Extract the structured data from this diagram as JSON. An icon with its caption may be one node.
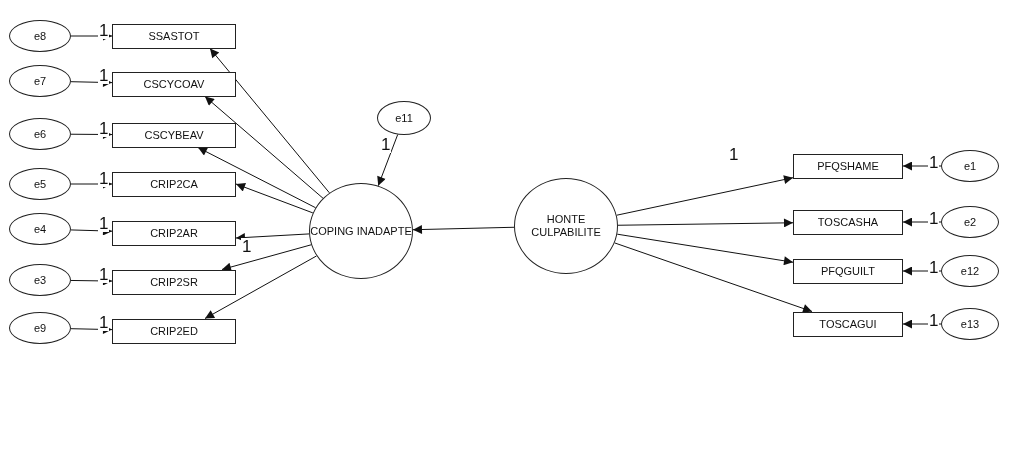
{
  "diagram": {
    "nodes": [
      {
        "text": [
          "e8"
        ]
      },
      {
        "text": [
          "SSASTOT"
        ]
      },
      {
        "text": [
          "e7"
        ]
      },
      {
        "text": [
          "CSCYCOAV"
        ]
      },
      {
        "text": [
          "e6"
        ]
      },
      {
        "text": [
          "CSCYBEAV"
        ]
      },
      {
        "text": [
          "e5"
        ]
      },
      {
        "text": [
          "CRIP2CA"
        ]
      },
      {
        "text": [
          "e4"
        ]
      },
      {
        "text": [
          "CRIP2AR"
        ]
      },
      {
        "text": [
          "e3"
        ]
      },
      {
        "text": [
          "CRIP2SR"
        ]
      },
      {
        "text": [
          "e9"
        ]
      },
      {
        "text": [
          "CRIP2ED"
        ]
      },
      {
        "text": [
          "e11"
        ]
      },
      {
        "text": [
          "COPING INADAPTE"
        ]
      },
      {
        "text": [
          "HONTE CULPABILITE"
        ]
      },
      {
        "text": [
          "PFQSHAME"
        ]
      },
      {
        "text": [
          "e1"
        ]
      },
      {
        "text": [
          "TOSCASHA"
        ]
      },
      {
        "text": [
          "e2"
        ]
      },
      {
        "text": [
          "PFQGUILT"
        ]
      },
      {
        "text": [
          "e12"
        ]
      },
      {
        "text": [
          "TOSCAGUI"
        ]
      },
      {
        "text": [
          "e13"
        ]
      }
    ],
    "edges": [
      {
        "from": 0,
        "to": 1,
        "arrow": "to",
        "label": "1"
      },
      {
        "from": 2,
        "to": 3,
        "arrow": "to",
        "label": "1"
      },
      {
        "from": 4,
        "to": 5,
        "arrow": "to",
        "label": "1"
      },
      {
        "from": 6,
        "to": 7,
        "arrow": "to",
        "label": "1"
      },
      {
        "from": 8,
        "to": 9,
        "arrow": "to",
        "label": "1"
      },
      {
        "from": 10,
        "to": 11,
        "arrow": "to",
        "label": "1"
      },
      {
        "from": 12,
        "to": 13,
        "arrow": "to",
        "label": "1"
      },
      {
        "from": 15,
        "to": 1,
        "arrow": "to"
      },
      {
        "from": 15,
        "to": 3,
        "arrow": "to"
      },
      {
        "from": 15,
        "to": 5,
        "arrow": "to"
      },
      {
        "from": 15,
        "to": 7,
        "arrow": "to"
      },
      {
        "from": 15,
        "to": 9,
        "arrow": "to",
        "label": "1"
      },
      {
        "from": 15,
        "to": 11,
        "arrow": "to"
      },
      {
        "from": 15,
        "to": 13,
        "arrow": "to"
      },
      {
        "from": 14,
        "to": 15,
        "arrow": "to",
        "label": "1"
      },
      {
        "from": 16,
        "to": 15,
        "arrow": "to"
      },
      {
        "from": 16,
        "to": 17,
        "arrow": "to",
        "label": "1"
      },
      {
        "from": 16,
        "to": 19,
        "arrow": "to"
      },
      {
        "from": 16,
        "to": 21,
        "arrow": "to"
      },
      {
        "from": 16,
        "to": 23,
        "arrow": "to"
      },
      {
        "from": 18,
        "to": 17,
        "arrow": "to",
        "label": "1"
      },
      {
        "from": 20,
        "to": 19,
        "arrow": "to",
        "label": "1"
      },
      {
        "from": 22,
        "to": 21,
        "arrow": "to",
        "label": "1"
      },
      {
        "from": 24,
        "to": 23,
        "arrow": "to",
        "label": "1"
      }
    ]
  }
}
